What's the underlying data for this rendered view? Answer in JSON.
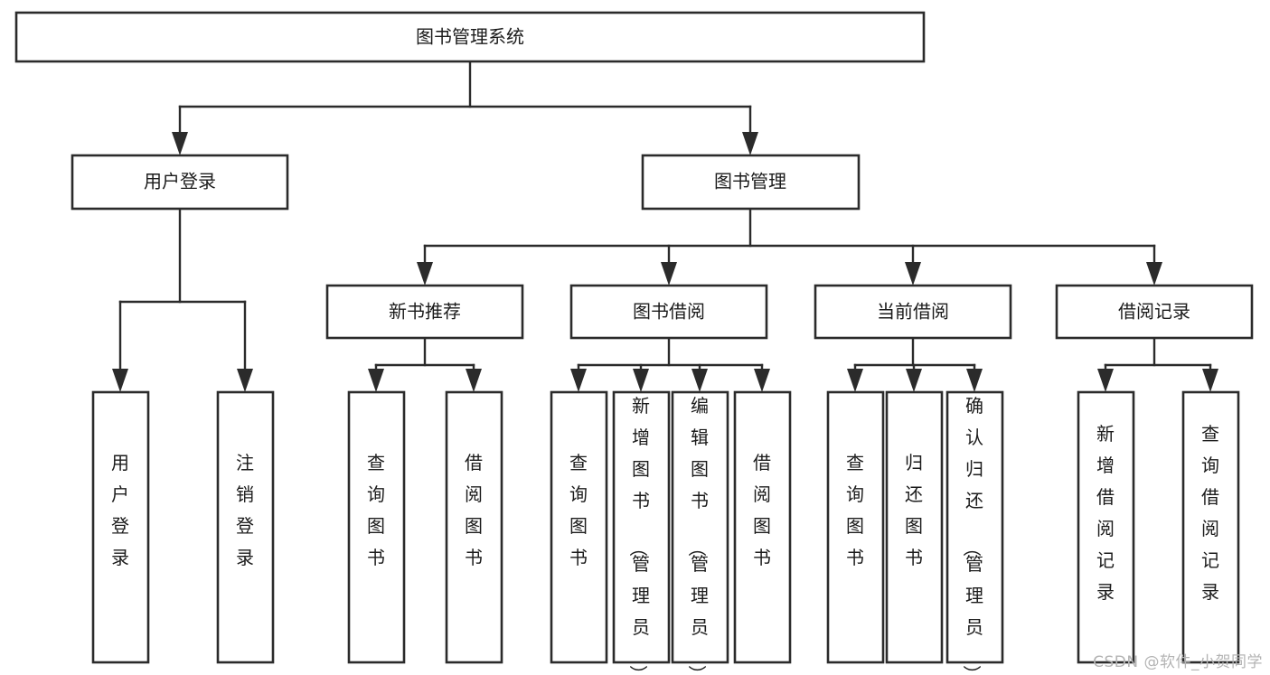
{
  "diagram": {
    "type": "tree",
    "orientation": "top-down",
    "title": "图书管理系统",
    "colors": {
      "box_stroke": "#2b2b2b",
      "box_fill": "#ffffff",
      "connector": "#2b2b2b",
      "text": "#1b1b1b",
      "background": "#ffffff",
      "watermark": "#b4b4b4"
    },
    "root": {
      "id": "root",
      "label": "图书管理系统",
      "level": 1,
      "orientation": "horizontal"
    },
    "level2": [
      {
        "id": "user-login",
        "label": "用户登录",
        "level": 2,
        "orientation": "horizontal"
      },
      {
        "id": "book-manage",
        "label": "图书管理",
        "level": 2,
        "orientation": "horizontal"
      }
    ],
    "level3": [
      {
        "id": "new-book-recommend",
        "label": "新书推荐",
        "level": 3,
        "orientation": "horizontal",
        "parent": "book-manage"
      },
      {
        "id": "book-borrow",
        "label": "图书借阅",
        "level": 3,
        "orientation": "horizontal",
        "parent": "book-manage"
      },
      {
        "id": "current-borrow",
        "label": "当前借阅",
        "level": 3,
        "orientation": "horizontal",
        "parent": "book-manage"
      },
      {
        "id": "borrow-record",
        "label": "借阅记录",
        "level": 3,
        "orientation": "horizontal",
        "parent": "book-manage"
      }
    ],
    "leaves": [
      {
        "id": "leaf-user-login",
        "label": "用户登录",
        "parent": "user-login",
        "orientation": "vertical"
      },
      {
        "id": "leaf-logout-login",
        "label": "注销登录",
        "parent": "user-login",
        "orientation": "vertical"
      },
      {
        "id": "leaf-query-book-1",
        "label": "查询图书",
        "parent": "new-book-recommend",
        "orientation": "vertical"
      },
      {
        "id": "leaf-borrow-book-1",
        "label": "借阅图书",
        "parent": "new-book-recommend",
        "orientation": "vertical"
      },
      {
        "id": "leaf-query-book-2",
        "label": "查询图书",
        "parent": "book-borrow",
        "orientation": "vertical"
      },
      {
        "id": "leaf-add-book",
        "label": "新增图书（管理员）",
        "parent": "book-borrow",
        "orientation": "vertical"
      },
      {
        "id": "leaf-edit-book",
        "label": "编辑图书（管理员）",
        "parent": "book-borrow",
        "orientation": "vertical"
      },
      {
        "id": "leaf-borrow-book-2",
        "label": "借阅图书",
        "parent": "book-borrow",
        "orientation": "vertical"
      },
      {
        "id": "leaf-query-book-3",
        "label": "查询图书",
        "parent": "current-borrow",
        "orientation": "vertical"
      },
      {
        "id": "leaf-return-book",
        "label": "归还图书",
        "parent": "current-borrow",
        "orientation": "vertical"
      },
      {
        "id": "leaf-confirm-return",
        "label": "确认归还（管理员）",
        "parent": "current-borrow",
        "orientation": "vertical"
      },
      {
        "id": "leaf-add-record",
        "label": "新增借阅记录",
        "parent": "borrow-record",
        "orientation": "vertical"
      },
      {
        "id": "leaf-query-record",
        "label": "查询借阅记录",
        "parent": "borrow-record",
        "orientation": "vertical"
      }
    ]
  },
  "watermark": {
    "text": "CSDN @软件_小贺同学"
  }
}
